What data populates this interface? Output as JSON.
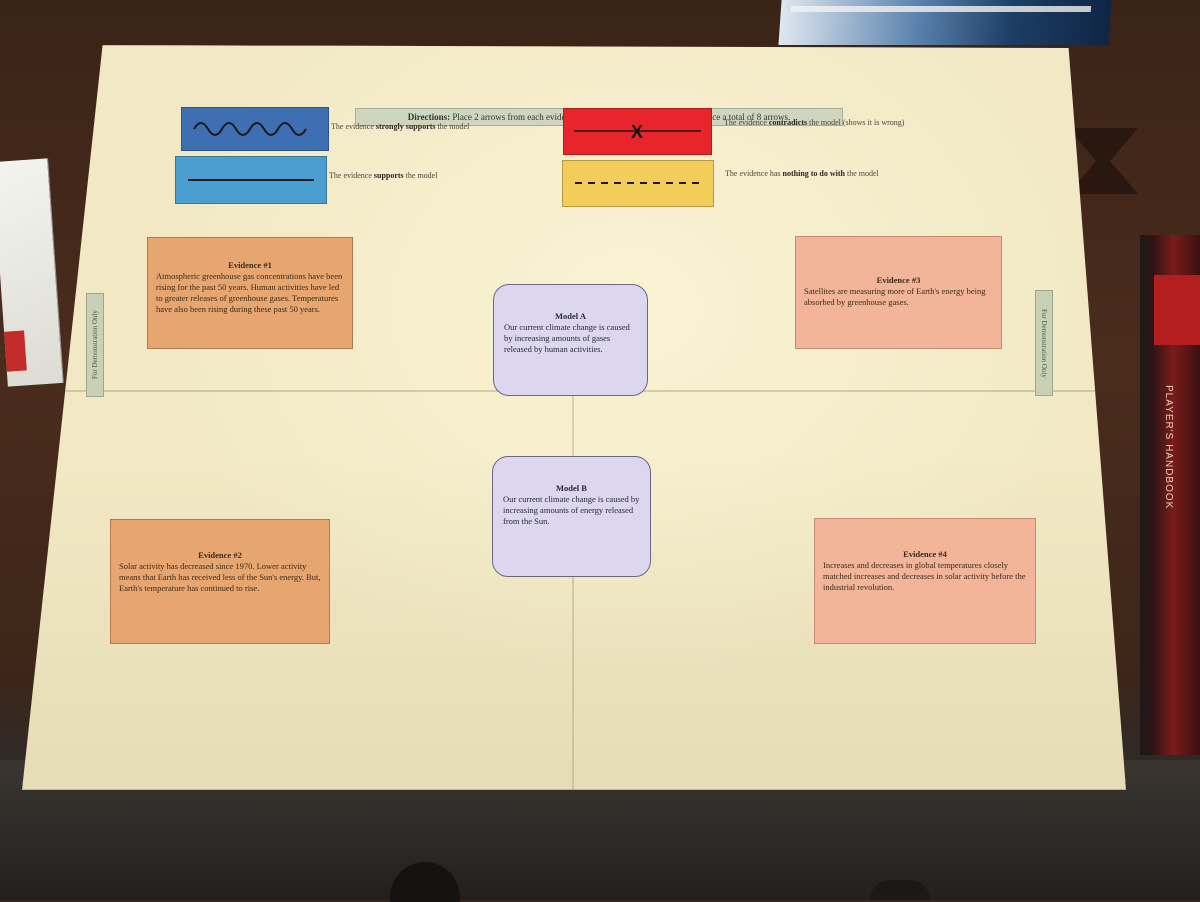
{
  "directions": {
    "label": "Directions:",
    "text": "Place 2 arrows from each evidence box, one to each model. You will place a total of 8 arrows."
  },
  "key": [
    {
      "style": "wavy",
      "color": "#3e6fb3",
      "pre": "The evidence ",
      "bold": "strongly supports",
      "post": " the model"
    },
    {
      "style": "solid",
      "color": "#4a9fd0",
      "pre": "The evidence ",
      "bold": "supports",
      "post": " the model"
    },
    {
      "style": "crossed",
      "color": "#e8252a",
      "pre": "The evidence ",
      "bold": "contradicts",
      "post": " the model (shows it is wrong)"
    },
    {
      "style": "dashed",
      "color": "#f3cd5a",
      "pre": "The evidence has ",
      "bold": "nothing to do with",
      "post": " the model"
    }
  ],
  "evidence": [
    {
      "title": "Evidence #1",
      "text": "Atmospheric greenhouse gas concentrations have been rising for the past 50 years. Human activities have led to greater releases of greenhouse gases. Temperatures have also been rising during these past 50 years."
    },
    {
      "title": "Evidence #2",
      "text": "Solar activity has decreased since 1970. Lower activity means that Earth has received less of the Sun's energy. But, Earth's temperature has continued to rise."
    },
    {
      "title": "Evidence #3",
      "text": "Satellites are measuring more of Earth's energy being absorbed by greenhouse gases."
    },
    {
      "title": "Evidence #4",
      "text": "Increases and decreases in global temperatures closely matched increases and decreases in solar activity before the industrial revolution."
    }
  ],
  "models": [
    {
      "title": "Model A",
      "text": "Our current climate change is caused by increasing amounts of gases released by human activities."
    },
    {
      "title": "Model B",
      "text": "Our current climate change is caused by increasing amounts of energy released from the Sun."
    }
  ],
  "side_tabs": {
    "left": "For Demonstration Only",
    "right": "For Demonstration Only"
  },
  "book_spine": "PLAYER'S HANDBOOK",
  "colors": {
    "board": "#f2e9c4",
    "evidence_orange": "#e7a66f",
    "evidence_pink": "#f2b59a",
    "model_lavender": "#dcd6ee"
  }
}
